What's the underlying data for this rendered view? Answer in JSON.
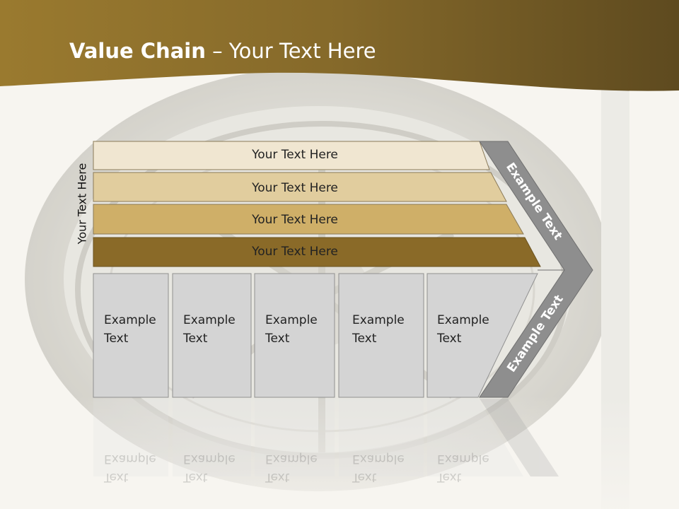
{
  "title": {
    "main": "Value Chain",
    "sub": " – Your Text Here"
  },
  "vertical_label": "Your Text Here",
  "bars": [
    "Your Text Here",
    "Your Text Here",
    "Your Text Here",
    "Your Text Here"
  ],
  "boxes": [
    {
      "line1": "Example",
      "line2": "Text"
    },
    {
      "line1": "Example",
      "line2": "Text"
    },
    {
      "line1": "Example",
      "line2": "Text"
    },
    {
      "line1": "Example",
      "line2": "Text"
    },
    {
      "line1": "Example",
      "line2": "Text"
    }
  ],
  "chevron": {
    "upper": "Example Text",
    "lower": "Example Text"
  },
  "colors": {
    "header": "#85692a",
    "bar1": "#f0e6d1",
    "bar2": "#e1cd9e",
    "bar3": "#cfaf68",
    "bar4": "#8a6a28",
    "boxes": "#d4d4d4",
    "chevron": "#8e8e8e"
  }
}
